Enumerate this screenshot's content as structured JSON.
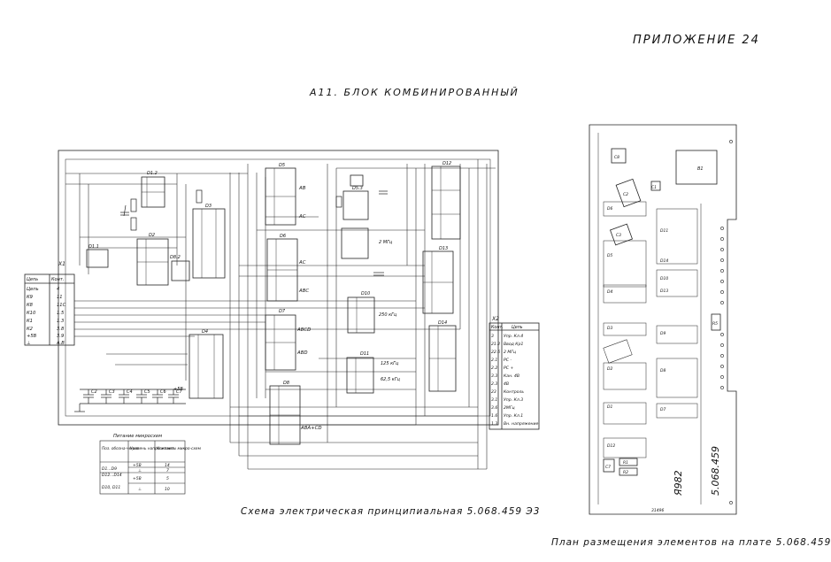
{
  "appendix_label": "ПРИЛОЖЕНИЕ 24",
  "title": "А11. БЛОК КОМБИНИРОВАННЫЙ",
  "schematic_caption": "Схема электрическая принципиальная 5.068.459 Э3",
  "layout_caption": "План размещения элементов на плате 5.068.459",
  "x1": {
    "ref": "X1",
    "headers": [
      "Цепь",
      "Конт."
    ],
    "rows": [
      [
        "Цепь",
        "4"
      ],
      [
        "К9",
        "11"
      ],
      [
        "К8",
        "11С"
      ],
      [
        "К10",
        "1.5"
      ],
      [
        "К1",
        "1.3"
      ],
      [
        "К2",
        "3.8"
      ],
      [
        "+5В",
        "3.9"
      ],
      [
        "⊥",
        "А.В"
      ]
    ]
  },
  "x2": {
    "ref": "X2",
    "headers": [
      "Конт.",
      "Цепь"
    ],
    "rows": [
      [
        "3",
        "Упр. Кл.4"
      ],
      [
        "21.2",
        "Ввод Кр1"
      ],
      [
        "22.6",
        "2 МГц"
      ],
      [
        "2.1",
        "РС -"
      ],
      [
        "2.2",
        "РС +"
      ],
      [
        "3.3",
        "Кан. 4В"
      ],
      [
        "2.3",
        "4В"
      ],
      [
        "23",
        "Контроль"
      ],
      [
        "3.1",
        "Упр. Кл.3"
      ],
      [
        "3.6",
        "2МГц"
      ],
      [
        "1.6",
        "Упр. Кл.1"
      ],
      [
        "1.3",
        "Вн. напряжение"
      ]
    ]
  },
  "chips": [
    "D1.1",
    "D1.2",
    "D2",
    "D3",
    "D4",
    "D5",
    "D6",
    "D7",
    "D8",
    "D10",
    "D11",
    "D12",
    "D13",
    "D14",
    "D8.2",
    "D5.3"
  ],
  "signals": [
    "AB",
    "AC",
    "AC",
    "ABC",
    "ABCD",
    "ABD",
    "ĀBĀ+C̄D",
    "2 МГц",
    "250 кГц",
    "125 кГц",
    "62,5 кГц",
    "+5В"
  ],
  "capacitors": [
    "C2",
    "C3",
    "C4",
    "C5",
    "C6",
    "C7"
  ],
  "power_table": {
    "caption": "Питание микросхем",
    "headers": [
      "Поз. обозна-чение",
      "Уровень напря-жения",
      "Контакты микро-схем"
    ],
    "rows": [
      [
        "D1...D9",
        "+5В",
        "14"
      ],
      [
        "D12...D14",
        "⊥",
        "7"
      ],
      [
        "",
        "+5В",
        "5"
      ],
      [
        "D10, D11",
        "⊥",
        "10"
      ]
    ]
  },
  "board": {
    "parts": [
      "B1",
      "C8",
      "C1",
      "C2",
      "C3",
      "C7",
      "D1",
      "D2",
      "D3",
      "D4",
      "D5",
      "D6",
      "D7",
      "D8",
      "D9",
      "D10",
      "D11",
      "D12",
      "D13",
      "D14",
      "R1",
      "R2",
      "R5"
    ],
    "serial": "Я982",
    "doc_number": "5.068.459",
    "corner_mark": "31496"
  }
}
